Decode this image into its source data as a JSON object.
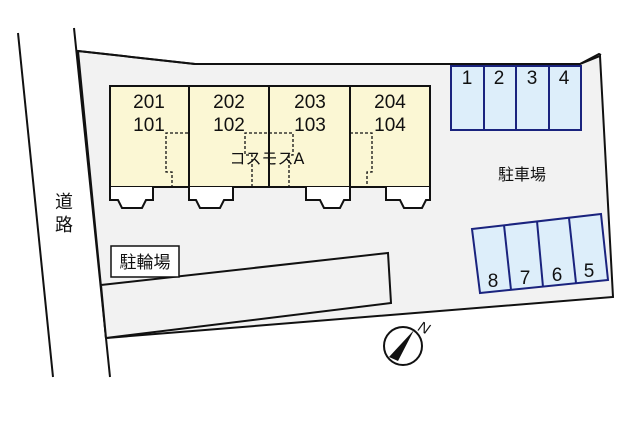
{
  "plan": {
    "road_label": [
      "道",
      "路"
    ],
    "building_name": "コスモスA",
    "units": [
      {
        "upper": "201",
        "lower": "101"
      },
      {
        "upper": "202",
        "lower": "102"
      },
      {
        "upper": "203",
        "lower": "103"
      },
      {
        "upper": "204",
        "lower": "104"
      }
    ],
    "parking_label": "駐車場",
    "parking_top": [
      "1",
      "2",
      "3",
      "4"
    ],
    "parking_bottom": [
      "8",
      "7",
      "6",
      "5"
    ],
    "bicycle_parking_label": "駐輪場",
    "north_label": "N",
    "colors": {
      "site": "#f2f2f2",
      "building": "#fbf7d4",
      "parking_fill": "#ddeefa",
      "parking_stroke": "#1a237e",
      "line": "#111111"
    }
  }
}
